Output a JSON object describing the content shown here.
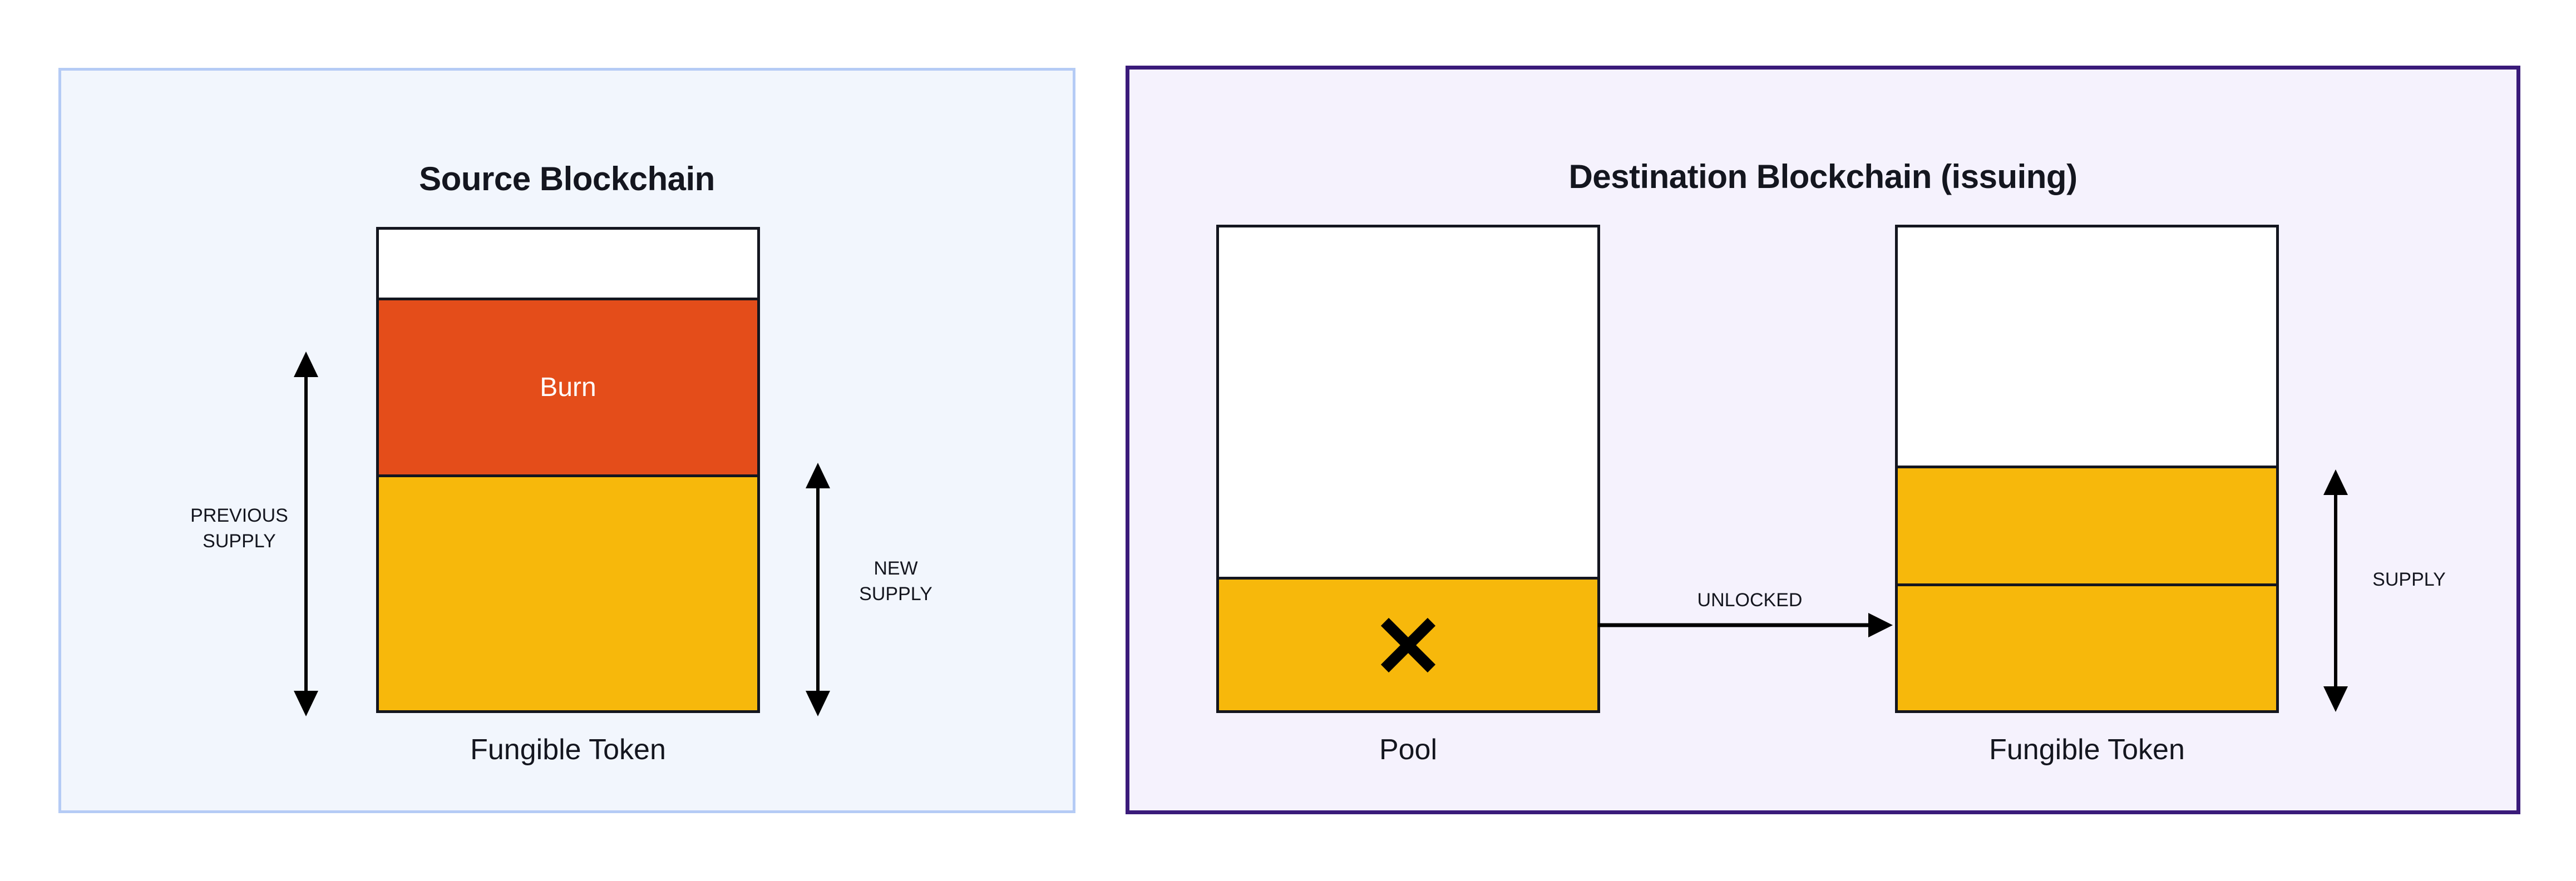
{
  "diagram": {
    "title_source": "Source Blockchain",
    "title_destination": "Destination Blockchain (issuing)",
    "colors": {
      "burn": "#e44d1a",
      "token": "#f7b80b",
      "outline": "#14161f",
      "source_panel_bg": "#f2f6fd",
      "source_panel_border": "#b5cbf5",
      "destination_panel_bg": "#f5f2fd",
      "destination_panel_border": "#3a1b7a"
    }
  },
  "source": {
    "panel_title": "Source Blockchain",
    "bar_caption": "Fungible Token",
    "burn_label": "Burn",
    "measure_previous": "PREVIOUS\nSUPPLY",
    "measure_new": "NEW\nSUPPLY"
  },
  "destination": {
    "panel_title": "Destination Blockchain (issuing)",
    "pool_caption": "Pool",
    "pool_mark": "x-mark",
    "token_caption": "Fungible Token",
    "flow_label": "UNLOCKED",
    "measure_supply": "SUPPLY"
  },
  "chart_data": {
    "type": "bar",
    "title": "Token supply before and after a burn-and-unlock bridge transfer",
    "panels": [
      {
        "name": "Source Blockchain",
        "bars": [
          {
            "category": "Fungible Token",
            "segments": [
              {
                "label": "empty",
                "color": "#ffffff",
                "fraction": 0.15
              },
              {
                "label": "Burn",
                "color": "#e44d1a",
                "fraction": 0.36
              },
              {
                "label": "token",
                "color": "#f7b80b",
                "fraction": 0.49
              }
            ],
            "annotations": [
              {
                "label": "PREVIOUS SUPPLY",
                "spans": [
                  "Burn",
                  "token"
                ]
              },
              {
                "label": "NEW SUPPLY",
                "spans": [
                  "token"
                ]
              }
            ]
          }
        ]
      },
      {
        "name": "Destination Blockchain (issuing)",
        "bars": [
          {
            "category": "Pool",
            "segments": [
              {
                "label": "empty",
                "color": "#ffffff",
                "fraction": 0.73
              },
              {
                "label": "pool-token",
                "color": "#f7b80b",
                "fraction": 0.27,
                "mark": "x-mark"
              }
            ],
            "annotations": []
          },
          {
            "category": "Fungible Token",
            "segments": [
              {
                "label": "empty",
                "color": "#ffffff",
                "fraction": 0.5
              },
              {
                "label": "unlocked-token",
                "color": "#f7b80b",
                "fraction": 0.24
              },
              {
                "label": "existing-token",
                "color": "#f7b80b",
                "fraction": 0.26
              }
            ],
            "annotations": [
              {
                "label": "SUPPLY",
                "spans": [
                  "unlocked-token",
                  "existing-token"
                ]
              }
            ]
          }
        ],
        "flows": [
          {
            "label": "UNLOCKED",
            "from": "Pool",
            "to": "Fungible Token",
            "direction": "right"
          }
        ]
      }
    ]
  }
}
